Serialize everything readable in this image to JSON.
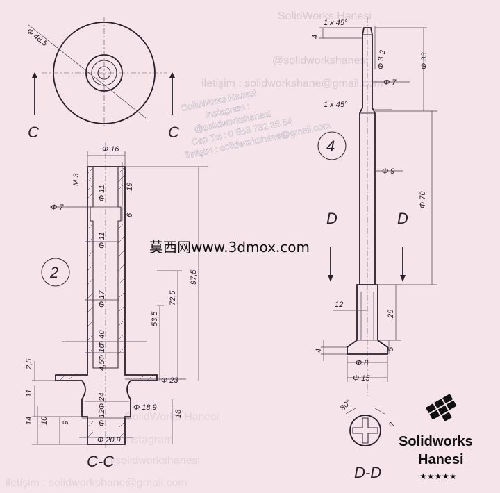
{
  "watermarks": {
    "top_right_1": "SolidWorks Hanesi",
    "top_right_2": "@solidworkshanesi",
    "top_right_3": "iletişim : solidworkshane@gmail.com",
    "bottom_left_1": "SolidWorks Hanesi",
    "bottom_left_2": "Instagram",
    "bottom_left_3": "@solidworkshanesi",
    "bottom_left_4": "iletişim : solidworkshane@gmail.com"
  },
  "contact_block": {
    "line1": "SolidWorks Hanesi",
    "line2": "Instagram :",
    "line3": "@solidworkshanesi",
    "line4": "Cep Tel : 0 553 732 35 54",
    "line5": "iletişim : solidworkshane@gmail.com"
  },
  "site_watermark": "莫西网www.3dmox.com",
  "views": {
    "section_cc_label": "C-C",
    "section_dd_label": "D-D",
    "cut_label_c": "C",
    "cut_label_d": "D",
    "part_number_left": "2",
    "part_number_right": "4"
  },
  "top_view_dims": {
    "outer_dia": "Φ 48,5"
  },
  "part2_dims": {
    "d16": "Φ 16",
    "m3": "M 3",
    "d7": "Φ 7",
    "d11a": "Φ 11",
    "d11b": "Φ 11",
    "d17": "Φ 17",
    "d40": "Φ 40",
    "d10": "Φ 10",
    "d23": "Φ 23",
    "d24": "Φ 24",
    "d18_9": "Φ 18,9",
    "d12": "Φ 12",
    "d20_9": "Φ 20,9",
    "h19": "19",
    "h6": "6",
    "h97_5": "97,5",
    "h72_5": "72,5",
    "h53_5": "53,5",
    "h4_5": "4,5",
    "h2_5": "2,5",
    "h11": "11",
    "h14": "14",
    "h10": "10",
    "h9": "9",
    "h18": "18"
  },
  "part4_dims": {
    "chamfer_top": "1 x 45°",
    "chamfer_mid": "1 x 45°",
    "h4_top": "4",
    "h2": "2",
    "d3_a": "Φ 3",
    "d33": "Φ 33",
    "d7": "Φ 7",
    "d9": "Φ 9",
    "d70": "Φ 70",
    "w12": "12",
    "h25": "25",
    "h4_low": "4",
    "h5": "5",
    "d8": "Φ 8",
    "d15": "Φ 15",
    "angle80": "80°",
    "dd_h2": "2"
  },
  "logo": {
    "line1": "Solidworks",
    "line2": "Hanesi"
  }
}
